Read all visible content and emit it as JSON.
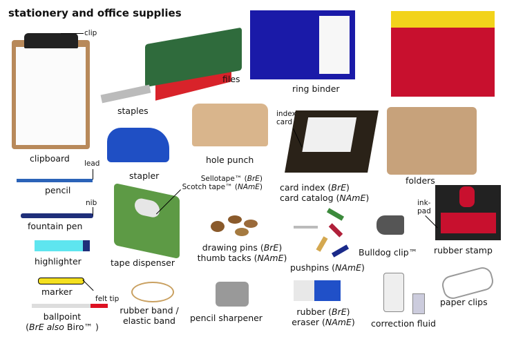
{
  "title": "stationery and office supplies",
  "labels": {
    "clip": "clip",
    "clipboard": "clipboard",
    "files": "files",
    "staples": "staples",
    "ring_binder": "ring binder",
    "hole_punch": "hole punch",
    "stapler": "stapler",
    "index_card": [
      "index",
      "card"
    ],
    "card_index": {
      "l1": "card index (",
      "l1_it": "BrE",
      "l1_end": ")",
      "l2": "card catalog (",
      "l2_it": "NAmE",
      "l2_end": ")"
    },
    "folders": "folders",
    "lead": "lead",
    "pencil": "pencil",
    "sellotape": {
      "l1": "Sellotape™ (",
      "l1_it": "BrE",
      "l1_end": ")",
      "l2": "Scotch tape™ (",
      "l2_it": "NAmE",
      "l2_end": ")"
    },
    "nib": "nib",
    "fountain_pen": "fountain pen",
    "ink_pad": [
      "ink-",
      "pad"
    ],
    "highlighter": "highlighter",
    "tape_dispenser": "tape dispenser",
    "drawing_pins": {
      "l1": "drawing pins (",
      "l1_it": "BrE",
      "l1_end": ")",
      "l2": "thumb tacks (",
      "l2_it": "NAmE",
      "l2_end": ")"
    },
    "pushpins": {
      "l1": "pushpins (",
      "l1_it": "NAmE",
      "l1_end": ")"
    },
    "bulldog_clip": "Bulldog clip™",
    "rubber_stamp": "rubber stamp",
    "marker": "marker",
    "felt_tip": "felt tip",
    "ballpoint": {
      "l1": "ballpoint",
      "l2": "(",
      "l2_it": "BrE also",
      "l2_end": " Biro™ )"
    },
    "rubber_band": [
      "rubber band /",
      "elastic band"
    ],
    "pencil_sharpener": "pencil sharpener",
    "rubber": {
      "l1": "rubber (",
      "l1_it": "BrE",
      "l1_end": ")",
      "l2": "eraser (",
      "l2_it": "NAmE",
      "l2_end": ")"
    },
    "correction_fluid": "correction fluid",
    "paper_clips": "paper clips"
  },
  "colors": {
    "files_green": "#2f6b3c",
    "files_red": "#d8232a",
    "binder_blue": "#1a1aa8",
    "folder_red": "#c8102e",
    "folder_yellow": "#f2d31b",
    "stapler_blue": "#1f4fc4",
    "tape_green": "#5d9a45"
  }
}
